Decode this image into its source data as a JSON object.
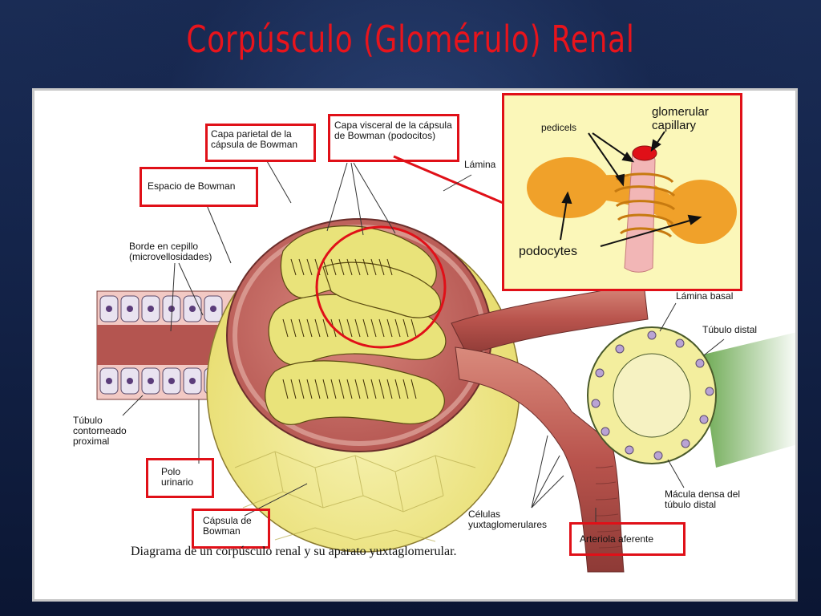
{
  "title": "Corpúsculo (Glomérulo) Renal",
  "labels": {
    "capa_parietal": "Capa parietal de la cápsula de Bowman",
    "capa_visceral": "Capa visceral de la cápsula de Bowman (podocitos)",
    "lamina": "Lámina",
    "espacio": "Espacio de Bowman",
    "borde": "Borde en cepillo (microvellosidades)",
    "tubulo_prox": "Túbulo contorneado proximal",
    "polo": "Polo urinario",
    "capsula": "Cápsula de Bowman",
    "lamina_basal": "Lámina basal",
    "tubulo_distal": "Túbulo distal",
    "macula": "Mácula densa del túbulo distal",
    "celulas": "Células yuxtaglomerulares",
    "arteriola": "Arteriola aferente"
  },
  "caption": "Diagrama de un corpúsculo renal y su aparato yuxtaglomerular.",
  "inset": {
    "glomerular_capillary": "glomerular capillary",
    "pedicels": "pedicels",
    "podocytes": "podocytes"
  },
  "colors": {
    "title": "#e8141c",
    "highlight": "#e01018",
    "capsule_yellow": "#f2ec9a",
    "capsule_pink": "#c96a63",
    "podocyte_yellow": "#e9e37a",
    "tubule_green": "#8cc46a"
  }
}
